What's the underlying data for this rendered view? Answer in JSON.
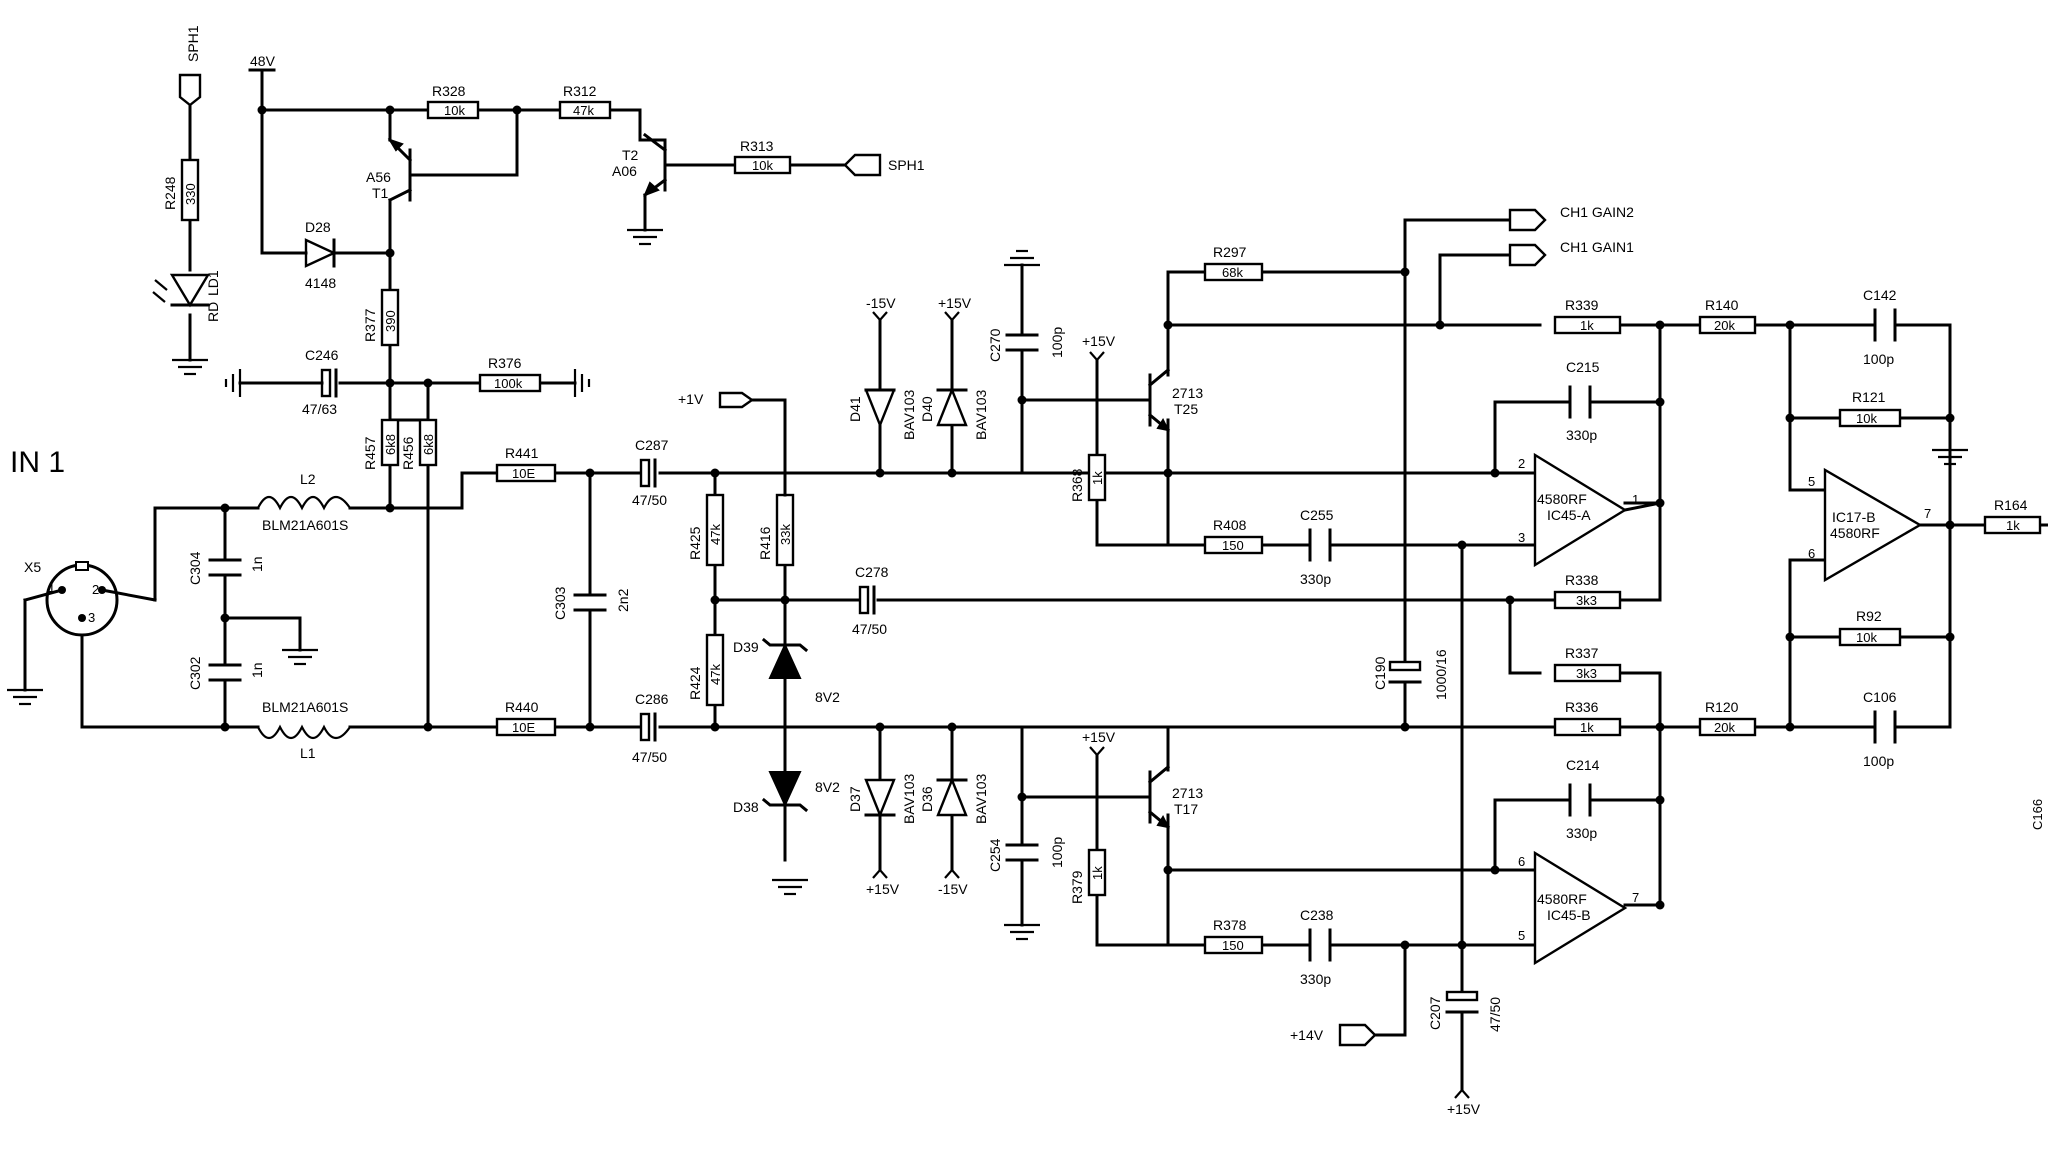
{
  "input_label": "IN 1",
  "connector": {
    "ref": "X5",
    "pins": [
      "1",
      "2",
      "3"
    ]
  },
  "inductors": [
    {
      "ref": "L2",
      "value": "BLM21A601S"
    },
    {
      "ref": "L1",
      "value": "BLM21A601S"
    }
  ],
  "caps": {
    "C304": {
      "ref": "C304",
      "value": "1n"
    },
    "C302": {
      "ref": "C302",
      "value": "1n"
    },
    "C303": {
      "ref": "C303",
      "value": "2n2"
    },
    "C246": {
      "ref": "C246",
      "value": "47/63"
    },
    "C287": {
      "ref": "C287",
      "value": "47/50"
    },
    "C286": {
      "ref": "C286",
      "value": "47/50"
    },
    "C278": {
      "ref": "C278",
      "value": "47/50"
    },
    "C270": {
      "ref": "C270",
      "value": "100p"
    },
    "C254": {
      "ref": "C254",
      "value": "100p"
    },
    "C215": {
      "ref": "C215",
      "value": "330p"
    },
    "C255": {
      "ref": "C255",
      "value": "330p"
    },
    "C214": {
      "ref": "C214",
      "value": "330p"
    },
    "C238": {
      "ref": "C238",
      "value": "330p"
    },
    "C190": {
      "ref": "C190",
      "value": "1000/16"
    },
    "C207": {
      "ref": "C207",
      "value": "47/50"
    },
    "C142": {
      "ref": "C142",
      "value": "100p"
    },
    "C106": {
      "ref": "C106",
      "value": "100p"
    }
  },
  "resistors": {
    "R248": {
      "ref": "R248",
      "value": "330"
    },
    "R328": {
      "ref": "R328",
      "value": "10k"
    },
    "R312": {
      "ref": "R312",
      "value": "47k"
    },
    "R313": {
      "ref": "R313",
      "value": "10k"
    },
    "R377": {
      "ref": "R377",
      "value": "390"
    },
    "R376": {
      "ref": "R376",
      "value": "100k"
    },
    "R457": {
      "ref": "R457",
      "value": "6k8"
    },
    "R456": {
      "ref": "R456",
      "value": "6k8"
    },
    "R441": {
      "ref": "R441",
      "value": "10E"
    },
    "R440": {
      "ref": "R440",
      "value": "10E"
    },
    "R425": {
      "ref": "R425",
      "value": "47k"
    },
    "R416": {
      "ref": "R416",
      "value": "33k"
    },
    "R424": {
      "ref": "R424",
      "value": "47k"
    },
    "R297": {
      "ref": "R297",
      "value": "68k"
    },
    "R368": {
      "ref": "R368",
      "value": "1k"
    },
    "R379": {
      "ref": "R379",
      "value": "1k"
    },
    "R408": {
      "ref": "R408",
      "value": "150"
    },
    "R378": {
      "ref": "R378",
      "value": "150"
    },
    "R339": {
      "ref": "R339",
      "value": "1k"
    },
    "R338": {
      "ref": "R338",
      "value": "3k3"
    },
    "R337": {
      "ref": "R337",
      "value": "3k3"
    },
    "R336": {
      "ref": "R336",
      "value": "1k"
    },
    "R140": {
      "ref": "R140",
      "value": "20k"
    },
    "R120": {
      "ref": "R120",
      "value": "20k"
    },
    "R121": {
      "ref": "R121",
      "value": "10k"
    },
    "R92": {
      "ref": "R92",
      "value": "10k"
    },
    "R164": {
      "ref": "R164",
      "value": "1k"
    }
  },
  "diodes": {
    "D28": {
      "ref": "D28",
      "value": "4148"
    },
    "D41": {
      "ref": "D41",
      "value": "BAV103"
    },
    "D40": {
      "ref": "D40",
      "value": "BAV103"
    },
    "D37": {
      "ref": "D37",
      "value": "BAV103"
    },
    "D36": {
      "ref": "D36",
      "value": "BAV103"
    },
    "D39": {
      "ref": "D39",
      "value": "8V2"
    },
    "D38": {
      "ref": "D38",
      "value": "8V2"
    },
    "LD1": {
      "ref": "LD1",
      "value": "RD"
    }
  },
  "transistors": {
    "T1": {
      "ref": "T1",
      "value": "A56"
    },
    "T2": {
      "ref": "T2",
      "value": "A06"
    },
    "T25": {
      "ref": "T25",
      "value": "2713"
    },
    "T17": {
      "ref": "T17",
      "value": "2713"
    }
  },
  "opamps": {
    "IC45A": {
      "ref": "IC45-A",
      "value": "4580RF",
      "pin_inv": "2",
      "pin_noninv": "3",
      "pin_out": "1"
    },
    "IC45B": {
      "ref": "IC45-B",
      "value": "4580RF",
      "pin_inv": "6",
      "pin_noninv": "5",
      "pin_out": "7"
    },
    "IC17B": {
      "ref": "IC17-B",
      "value": "4580RF",
      "pin_inv": "6",
      "pin_noninv": "5",
      "pin_out": "7"
    }
  },
  "nets": {
    "v48": "48V",
    "sph1_top": "SPH1",
    "sph1_right": "SPH1",
    "ch1_gain2": "CH1  GAIN2",
    "ch1_gain1": "CH1  GAIN1",
    "plus1v": "+1V",
    "plus14v": "+14V",
    "plus15v": "+15V",
    "minus15v": "-15V"
  },
  "edge_label": "C166"
}
